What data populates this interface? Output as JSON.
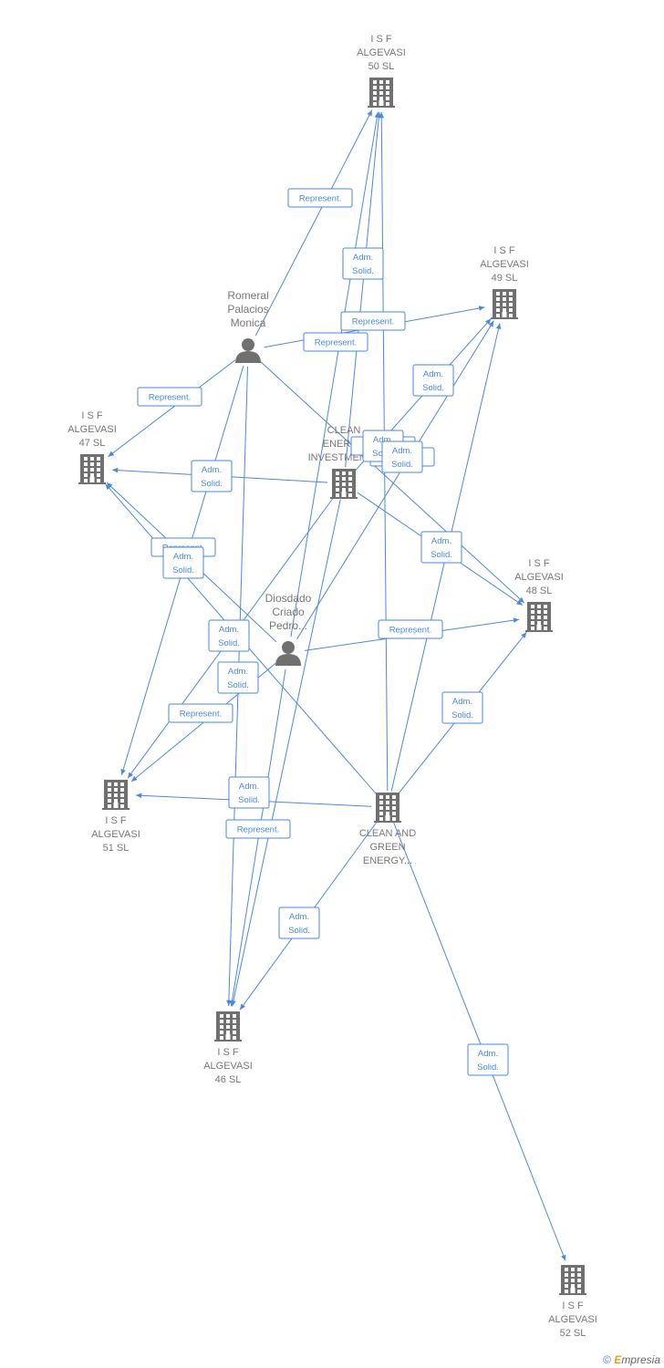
{
  "nodes": [
    {
      "id": "isf50",
      "type": "company",
      "lines": [
        "I S F",
        "ALGEVASI",
        "50 SL"
      ]
    },
    {
      "id": "isf49",
      "type": "company",
      "lines": [
        "I S F",
        "ALGEVASI",
        "49 SL"
      ]
    },
    {
      "id": "romeral",
      "type": "person",
      "lines": [
        "Romeral",
        "Palacios",
        "Monica"
      ]
    },
    {
      "id": "isf47",
      "type": "company",
      "lines": [
        "I S F",
        "ALGEVASI",
        "47 SL"
      ]
    },
    {
      "id": "cleaninv",
      "type": "company",
      "lines": [
        "CLEAN",
        "ENERGY",
        "INVESTMENT..."
      ]
    },
    {
      "id": "isf48",
      "type": "company",
      "lines": [
        "I S F",
        "ALGEVASI",
        "48 SL"
      ]
    },
    {
      "id": "diosdado",
      "type": "person",
      "lines": [
        "Diosdado",
        "Criado",
        "Pedro..."
      ]
    },
    {
      "id": "isf51",
      "type": "company",
      "lines": [
        "I S F",
        "ALGEVASI",
        "51 SL"
      ]
    },
    {
      "id": "cleangreen",
      "type": "company",
      "lines": [
        "CLEAN AND",
        "GREEN",
        "ENERGY..."
      ]
    },
    {
      "id": "isf46",
      "type": "company",
      "lines": [
        "I S F",
        "ALGEVASI",
        "46 SL"
      ]
    },
    {
      "id": "isf52",
      "type": "company",
      "lines": [
        "I S F",
        "ALGEVASI",
        "52 SL"
      ]
    }
  ],
  "edges": [
    {
      "from": "romeral",
      "to": "isf50",
      "label": [
        "Represent."
      ]
    },
    {
      "from": "romeral",
      "to": "isf49",
      "label": [
        "Represent."
      ]
    },
    {
      "from": "romeral",
      "to": "isf47",
      "label": [
        "Represent."
      ]
    },
    {
      "from": "romeral",
      "to": "isf48",
      "label": [
        "Represent."
      ]
    },
    {
      "from": "romeral",
      "to": "isf51",
      "label": []
    },
    {
      "from": "romeral",
      "to": "isf46",
      "label": []
    },
    {
      "from": "cleaninv",
      "to": "isf50",
      "label": [
        "Adm.",
        "Solid."
      ]
    },
    {
      "from": "cleaninv",
      "to": "isf49",
      "label": [
        "Adm.",
        "Solid."
      ]
    },
    {
      "from": "cleaninv",
      "to": "isf47",
      "label": [
        "Adm.",
        "Solid."
      ]
    },
    {
      "from": "cleaninv",
      "to": "isf48",
      "label": [
        "Adm.",
        "Solid."
      ]
    },
    {
      "from": "cleaninv",
      "to": "isf51",
      "label": [
        "Adm.",
        "Solid."
      ]
    },
    {
      "from": "cleaninv",
      "to": "isf46",
      "label": [
        "Adm.",
        "Solid."
      ]
    },
    {
      "from": "diosdado",
      "to": "isf50",
      "label": [
        "Represent."
      ]
    },
    {
      "from": "diosdado",
      "to": "isf49",
      "label": [
        "Represent."
      ]
    },
    {
      "from": "diosdado",
      "to": "isf47",
      "label": [
        "Represent."
      ]
    },
    {
      "from": "diosdado",
      "to": "isf48",
      "label": [
        "Represent."
      ]
    },
    {
      "from": "diosdado",
      "to": "isf51",
      "label": [
        "Represent."
      ]
    },
    {
      "from": "diosdado",
      "to": "isf46",
      "label": [
        "Represent."
      ]
    },
    {
      "from": "cleangreen",
      "to": "isf50",
      "label": [
        "Adm.",
        "Solid."
      ]
    },
    {
      "from": "cleangreen",
      "to": "isf49",
      "label": [
        "Adm.",
        "Solid."
      ]
    },
    {
      "from": "cleangreen",
      "to": "isf47",
      "label": [
        "Adm.",
        "Solid."
      ]
    },
    {
      "from": "cleangreen",
      "to": "isf48",
      "label": [
        "Adm.",
        "Solid."
      ]
    },
    {
      "from": "cleangreen",
      "to": "isf51",
      "label": [
        "Adm.",
        "Solid."
      ]
    },
    {
      "from": "cleangreen",
      "to": "isf46",
      "label": [
        "Adm.",
        "Solid."
      ]
    },
    {
      "from": "cleangreen",
      "to": "isf52",
      "label": [
        "Adm.",
        "Solid."
      ]
    }
  ],
  "footer": {
    "copyright_symbol": "©",
    "brand_initial": "E",
    "brand_rest": "mpresia"
  },
  "colors": {
    "edge": "#4a89dc",
    "icon": "#707070",
    "label": "#777777",
    "brand_accent": "#f39c12"
  },
  "icons": {
    "company": "building-icon",
    "person": "person-icon"
  }
}
